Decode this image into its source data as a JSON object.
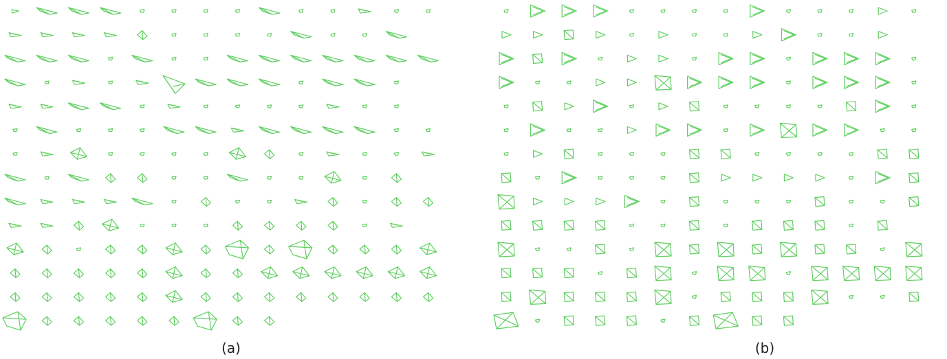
{
  "colors": {
    "background": "#ffffff",
    "glyph_stroke": "#5fcf5f",
    "caption_text": "#222222"
  },
  "panels": [
    {
      "id": "a",
      "caption": "(a)",
      "description_name": "glyph-grid-a",
      "rows": [
        [
          "tri-flat-s",
          "wedge-long",
          "wedge-long",
          "wedge-long",
          "dot-s",
          "dot-s",
          "dot-s",
          "dot-s",
          "wedge-long",
          "dot-s",
          "dot-s",
          "wedge-s",
          "dot-s",
          "dot-s"
        ],
        [
          "wedge-s",
          "wedge-s",
          "wedge-s",
          "wedge-s",
          "kite-s",
          "dot-s",
          "dot-s",
          "dot-s",
          "dot-s",
          "wedge-long",
          "dot-s",
          "dot-s",
          "wedge-long"
        ],
        [
          "wedge-long",
          "wedge-long",
          "wedge-long",
          "dot-s",
          "wedge-long",
          "dot-s",
          "dot-s",
          "wedge-long",
          "wedge-long",
          "wedge-long",
          "wedge-long",
          "wedge-long",
          "wedge-long",
          "wedge-long"
        ],
        [
          "wedge-long",
          "dot-s",
          "wedge-s",
          "dot-s",
          "wedge-s",
          "tri-big",
          "wedge-long",
          "wedge-long",
          "wedge-long",
          "dot-s",
          "wedge-long",
          "wedge-long",
          "dot-s"
        ],
        [
          "wedge-s",
          "wedge-s",
          "wedge-long",
          "wedge-long",
          "dot-s",
          "wedge-s",
          "dot-s",
          "dot-s",
          "dot-s",
          "dot-s",
          "wedge-s",
          "dot-s",
          "dot-s"
        ],
        [
          "dot-s",
          "wedge-long",
          "dot-s",
          "dot-s",
          "dot-s",
          "wedge-long",
          "wedge-long",
          "wedge-s",
          "wedge-long",
          "wedge-long",
          "wedge-long",
          "wedge-long",
          "dot-s",
          "dot-s"
        ],
        [
          "dot-s",
          "wedge-s",
          "kite-m",
          "dot-s",
          "dot-s",
          "dot-s",
          "dot-s",
          "kite-m",
          "kite-s",
          "dot-s",
          "wedge-s",
          "dot-s",
          "dot-s",
          "wedge-s"
        ],
        [
          "wedge-long",
          "dot-s",
          "wedge-long",
          "kite-s",
          "kite-s",
          "dot-s",
          "dot-s",
          "wedge-long",
          "dot-s",
          "dot-s",
          "kite-m",
          "dot-s",
          "kite-s"
        ],
        [
          "wedge-long",
          "wedge-s",
          "wedge-s",
          "wedge-s",
          "wedge-long",
          "dot-s",
          "kite-s",
          "dot-s",
          "dot-s",
          "wedge-s",
          "kite-s",
          "dot-s",
          "kite-s",
          "kite-s"
        ],
        [
          "wedge-s",
          "wedge-s",
          "kite-s",
          "kite-m",
          "dot-s",
          "dot-s",
          "dot-s",
          "kite-s",
          "kite-s",
          "kite-s",
          "kite-s",
          "dot-s",
          "wedge-s"
        ],
        [
          "kite-m",
          "kite-s",
          "dot-s",
          "kite-s",
          "kite-s",
          "kite-m",
          "kite-s",
          "kite-big",
          "kite-s",
          "kite-big",
          "kite-s",
          "kite-s",
          "kite-s",
          "kite-m"
        ],
        [
          "kite-s",
          "kite-s",
          "kite-s",
          "kite-s",
          "kite-s",
          "kite-m",
          "kite-s",
          "kite-s",
          "kite-m",
          "kite-m",
          "kite-m",
          "kite-m",
          "kite-m",
          "kite-m"
        ],
        [
          "kite-s",
          "kite-s",
          "kite-s",
          "kite-s",
          "kite-s",
          "kite-m",
          "kite-s",
          "kite-s",
          "kite-s",
          "kite-s",
          "kite-s",
          "kite-s",
          "kite-s",
          "kite-s"
        ],
        [
          "kite-big",
          "kite-s",
          "kite-s",
          "kite-s",
          "kite-s",
          "kite-s",
          "kite-big",
          "kite-s",
          "kite-s"
        ]
      ]
    },
    {
      "id": "b",
      "caption": "(b)",
      "description_name": "glyph-grid-b",
      "rows": [
        [
          "dot-s",
          "tri-m",
          "tri-m",
          "tri-m",
          "dot-s",
          "dot-s",
          "dot-s",
          "dot-s",
          "tri-m",
          "dot-s",
          "dot-s",
          "dot-s",
          "tri-s",
          "dot-s"
        ],
        [
          "tri-s",
          "tri-s",
          "quad-s",
          "tri-s",
          "dot-s",
          "tri-s",
          "dot-s",
          "dot-s",
          "tri-s",
          "tri-m",
          "dot-s",
          "dot-s",
          "tri-s"
        ],
        [
          "tri-m",
          "quad-s",
          "tri-m",
          "dot-s",
          "tri-s",
          "tri-s",
          "dot-s",
          "tri-m",
          "tri-m",
          "dot-s",
          "tri-m",
          "tri-m",
          "tri-m",
          "dot-s"
        ],
        [
          "tri-m",
          "dot-s",
          "dot-s",
          "tri-s",
          "tri-s",
          "quad-m",
          "tri-m",
          "tri-m",
          "tri-m",
          "dot-s",
          "tri-m",
          "tri-m",
          "tri-m",
          "dot-s"
        ],
        [
          "dot-s",
          "quad-s",
          "tri-s",
          "tri-m",
          "dot-s",
          "tri-s",
          "quad-s",
          "dot-s",
          "dot-s",
          "dot-s",
          "dot-s",
          "quad-s",
          "tri-m",
          "dot-s"
        ],
        [
          "dot-s",
          "tri-m",
          "dot-s",
          "dot-s",
          "tri-s",
          "tri-m",
          "tri-m",
          "dot-s",
          "tri-m",
          "quad-m",
          "tri-m",
          "tri-m",
          "dot-s",
          "dot-s"
        ],
        [
          "dot-s",
          "tri-s",
          "quad-s",
          "dot-s",
          "dot-s",
          "dot-s",
          "quad-s",
          "quad-s",
          "dot-s",
          "dot-s",
          "dot-s",
          "dot-s",
          "quad-s",
          "quad-s"
        ],
        [
          "quad-s",
          "dot-s",
          "tri-m",
          "dot-s",
          "dot-s",
          "dot-s",
          "quad-s",
          "tri-s",
          "tri-s",
          "tri-s",
          "tri-s",
          "dot-s",
          "tri-m",
          "quad-s"
        ],
        [
          "quad-m",
          "tri-s",
          "tri-s",
          "tri-s",
          "tri-m",
          "dot-s",
          "quad-s",
          "dot-s",
          "dot-s",
          "dot-s",
          "quad-s",
          "dot-s",
          "dot-s",
          "quad-s"
        ],
        [
          "quad-s",
          "quad-s",
          "quad-s",
          "quad-s",
          "dot-s",
          "dot-s",
          "quad-s",
          "dot-s",
          "quad-s",
          "quad-s",
          "quad-s",
          "dot-s",
          "quad-s"
        ],
        [
          "quad-m",
          "dot-s",
          "dot-s",
          "quad-s",
          "dot-s",
          "quad-m",
          "quad-s",
          "quad-m",
          "quad-s",
          "quad-m",
          "quad-s",
          "quad-s",
          "dot-s",
          "quad-m"
        ],
        [
          "quad-s",
          "quad-s",
          "quad-s",
          "dot-s",
          "quad-s",
          "quad-m",
          "dot-s",
          "quad-m",
          "quad-m",
          "dot-s",
          "quad-m",
          "quad-m",
          "quad-m",
          "quad-m"
        ],
        [
          "quad-s",
          "quad-m",
          "quad-s",
          "quad-s",
          "quad-s",
          "quad-m",
          "dot-s",
          "quad-s",
          "quad-s",
          "quad-s",
          "quad-m",
          "dot-s",
          "dot-s",
          "quad-s"
        ],
        [
          "quad-big",
          "dot-s",
          "quad-s",
          "quad-s",
          "quad-s",
          "dot-s",
          "quad-s",
          "quad-big",
          "quad-s",
          "quad-s"
        ]
      ]
    }
  ]
}
